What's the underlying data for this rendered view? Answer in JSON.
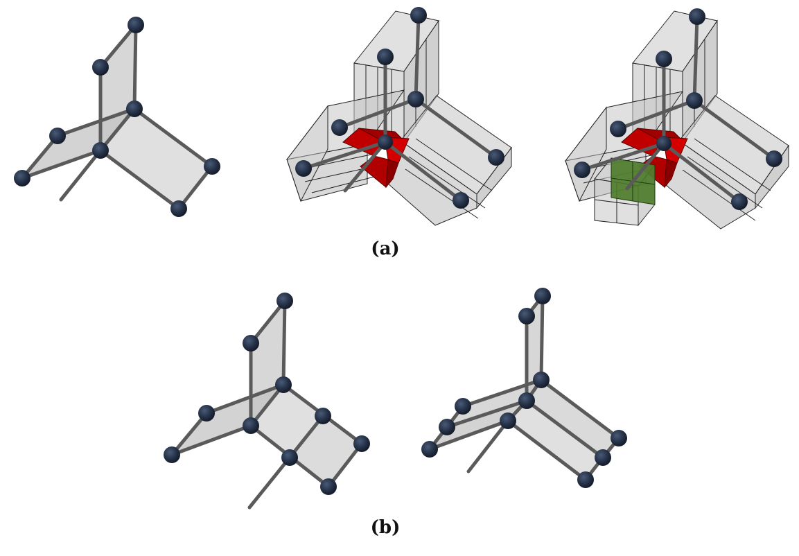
{
  "captions": {
    "a": "(a)",
    "b": "(b)"
  },
  "colors": {
    "background": "#ffffff",
    "node": "#253248",
    "edge": "#5a5a5a",
    "face": "#c8c8c8",
    "volume": "#bdbdbd",
    "volume_edge": "#222222",
    "highlight_red": "#c00000",
    "highlight_green": "#4a7a28"
  },
  "panels": [
    {
      "id": "a1",
      "group": "a",
      "description_icon": "graph-3d-icon"
    },
    {
      "id": "a2",
      "group": "a",
      "description_icon": "graph-with-volumes-icon"
    },
    {
      "id": "a3",
      "group": "a",
      "description_icon": "graph-with-volumes-and-cube-icon"
    },
    {
      "id": "b1",
      "group": "b",
      "description_icon": "graph-3d-icon"
    },
    {
      "id": "b2",
      "group": "b",
      "description_icon": "graph-3d-icon"
    }
  ]
}
